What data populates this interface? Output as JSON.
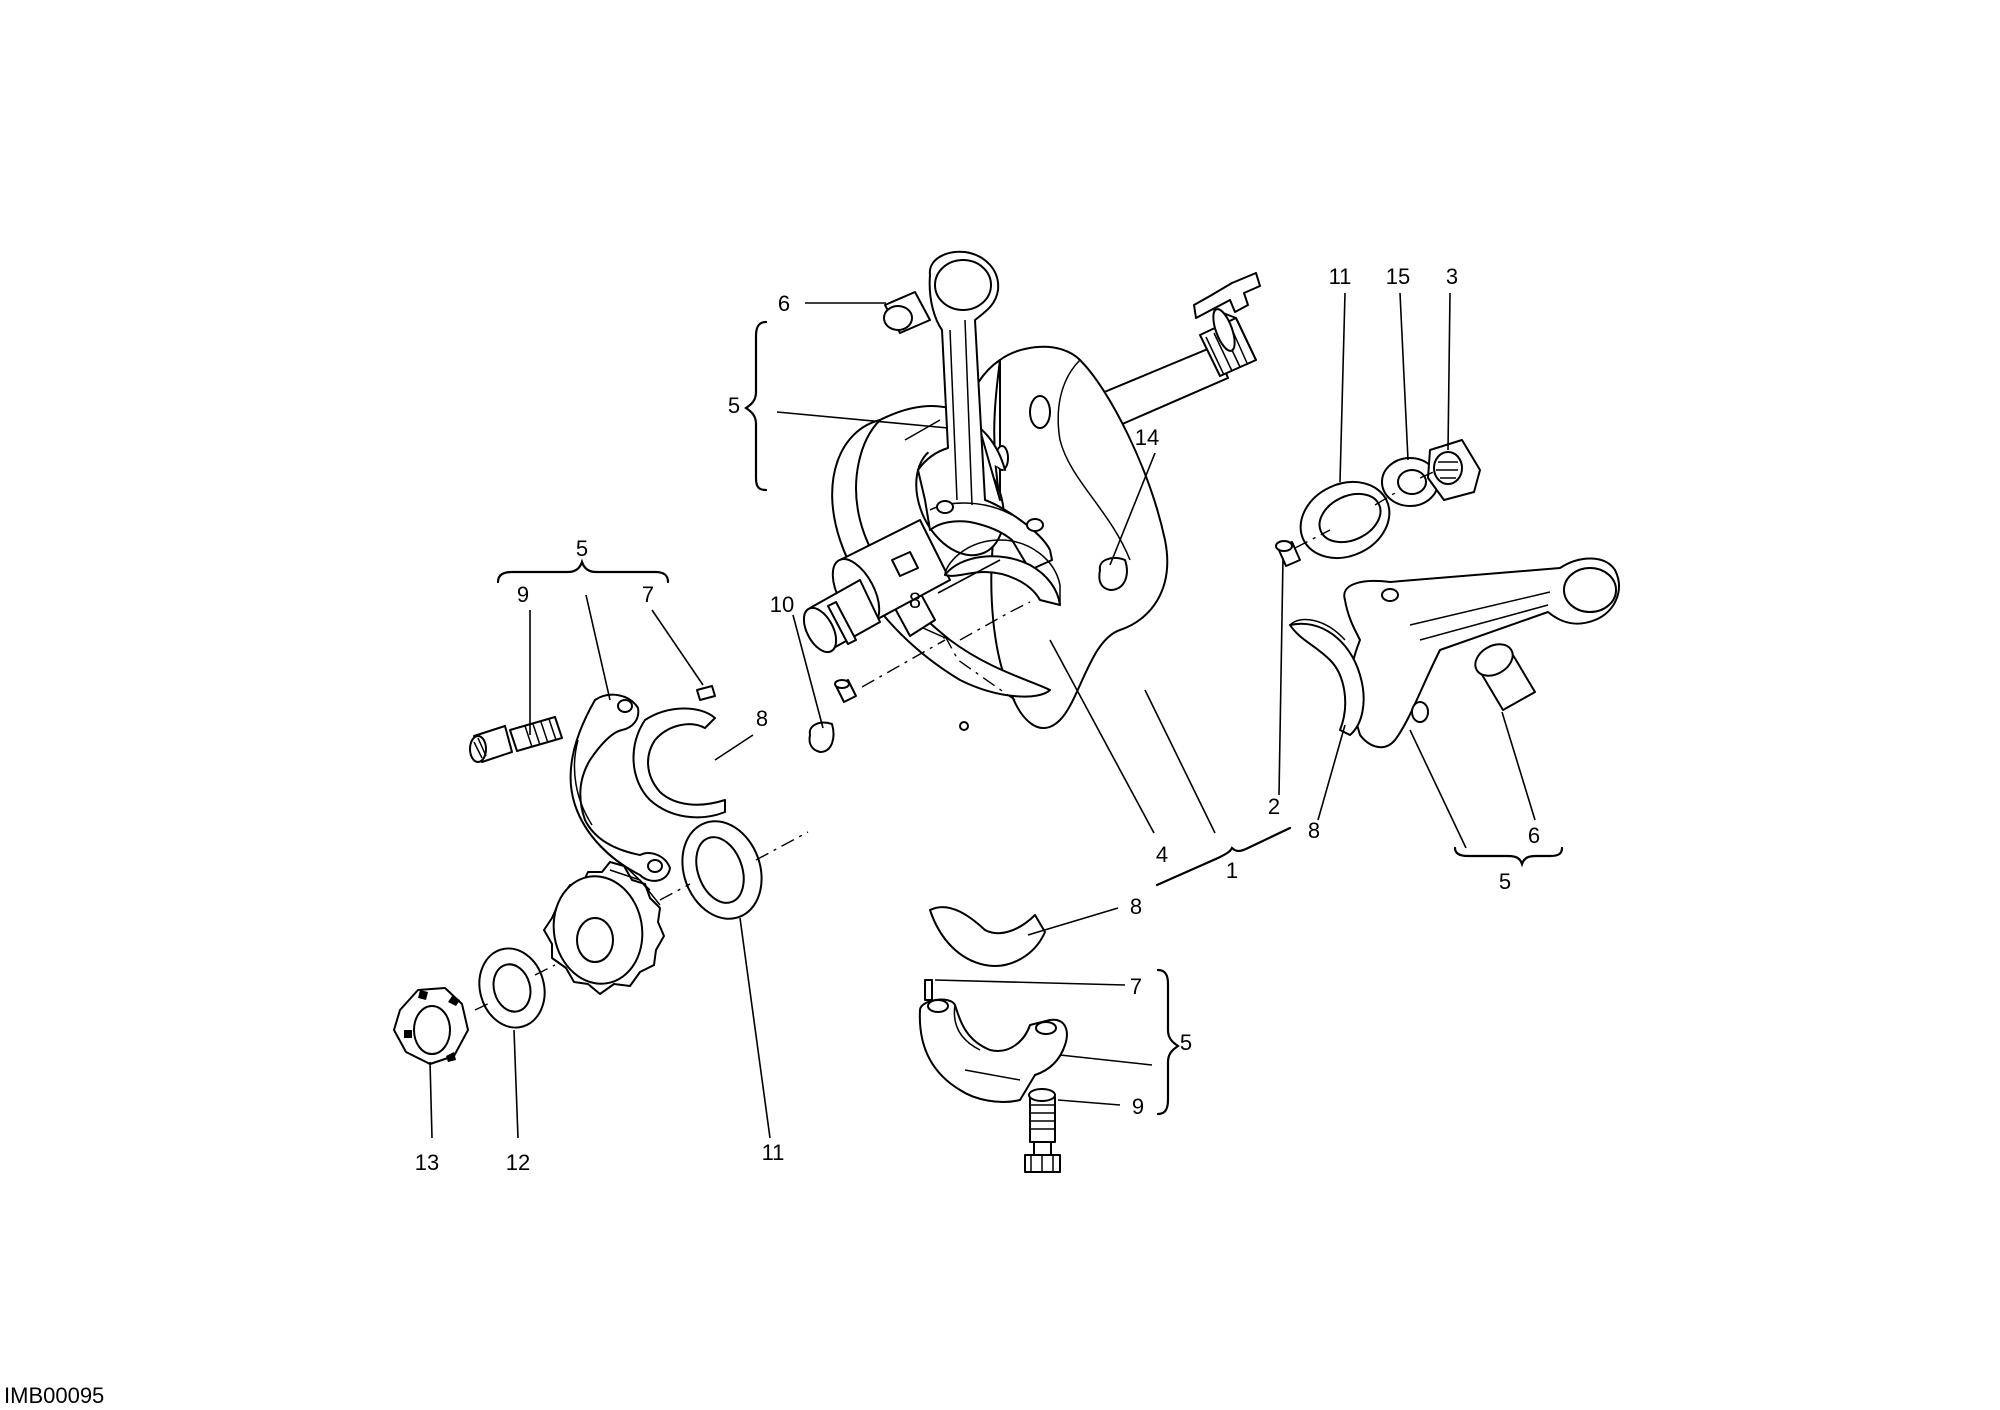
{
  "drawing_code": "IMB00095",
  "callouts": [
    {
      "id": "c6-top",
      "label": "6"
    },
    {
      "id": "c5-top",
      "label": "5"
    },
    {
      "id": "c14",
      "label": "14"
    },
    {
      "id": "c8-top",
      "label": "8"
    },
    {
      "id": "c11-top",
      "label": "11"
    },
    {
      "id": "c15",
      "label": "15"
    },
    {
      "id": "c3",
      "label": "3"
    },
    {
      "id": "c5-left",
      "label": "5"
    },
    {
      "id": "c9-left",
      "label": "9"
    },
    {
      "id": "c7-left",
      "label": "7"
    },
    {
      "id": "c8-left",
      "label": "8"
    },
    {
      "id": "c10",
      "label": "10"
    },
    {
      "id": "c4",
      "label": "4"
    },
    {
      "id": "c1",
      "label": "1"
    },
    {
      "id": "c2",
      "label": "2"
    },
    {
      "id": "c8-right",
      "label": "8"
    },
    {
      "id": "c6-right",
      "label": "6"
    },
    {
      "id": "c5-right",
      "label": "5"
    },
    {
      "id": "c8-bottom",
      "label": "8"
    },
    {
      "id": "c7-bottom",
      "label": "7"
    },
    {
      "id": "c5-bottom",
      "label": "5"
    },
    {
      "id": "c9-bottom",
      "label": "9"
    },
    {
      "id": "c11-bottom",
      "label": "11"
    },
    {
      "id": "c12",
      "label": "12"
    },
    {
      "id": "c13",
      "label": "13"
    }
  ]
}
